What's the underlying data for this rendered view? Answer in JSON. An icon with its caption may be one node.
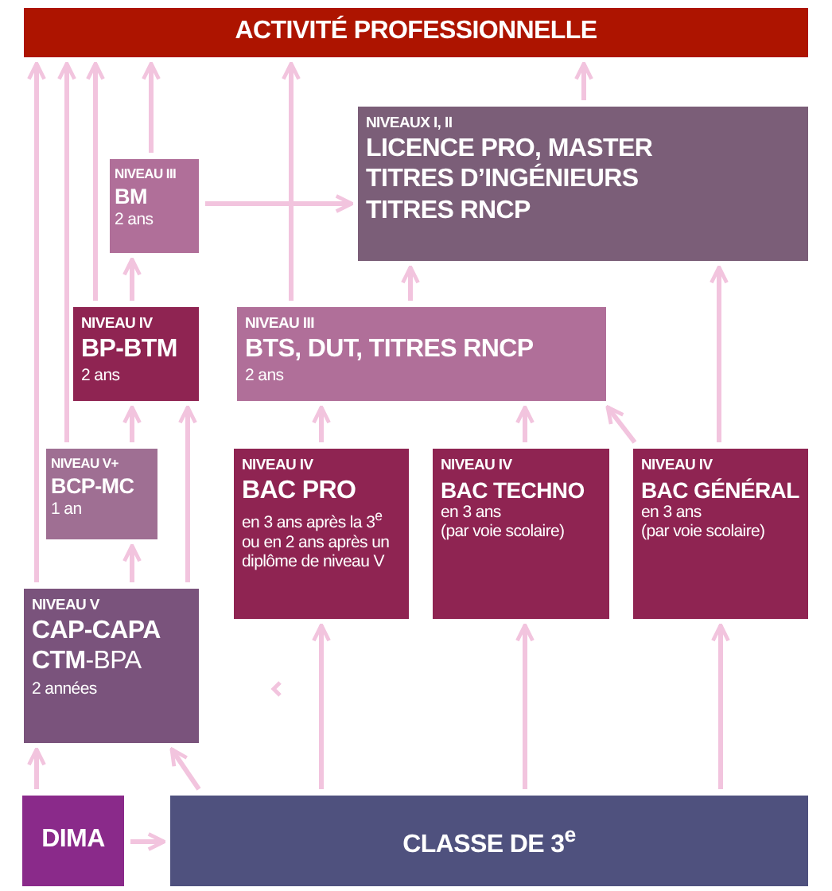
{
  "diagram": {
    "nodes": [
      {
        "text": [
          "ACTIVITÉ PROFESSIONNELLE"
        ]
      },
      {
        "text": [
          "NIVEAUX I, II",
          "LICENCE PRO, MASTER",
          "TITRES D’INGÉNIEURS",
          "TITRES RNCP"
        ]
      },
      {
        "text": [
          "NIVEAU III",
          "BM",
          "2 ans"
        ]
      },
      {
        "text": [
          "NIVEAU IV",
          "BP-BTM",
          "2 ans"
        ]
      },
      {
        "text": [
          "NIVEAU III",
          "BTS, DUT, TITRES RNCP",
          "2 ans"
        ]
      },
      {
        "text": [
          "NIVEAU V+",
          "BCP-MC",
          "1 an"
        ]
      },
      {
        "text": [
          "NIVEAU IV",
          "BAC PRO",
          "en 3 ans après la 3$^{e}$ ou en 2 ans après un diplôme de niveau V"
        ]
      },
      {
        "text": [
          "NIVEAU IV",
          "BAC TECHNO",
          "en 3 ans",
          "(par voie scolaire)"
        ]
      },
      {
        "text": [
          "NIVEAU IV",
          "BAC GÉNÉRAL",
          "en 3 ans",
          "(par voie scolaire)"
        ]
      },
      {
        "text": [
          "NIVEAU V",
          "CAP-CAPA",
          "**CTM**-BPA",
          "2 années"
        ]
      },
      {
        "text": [
          "DIMA"
        ]
      },
      {
        "text": [
          "CLASSE DE 3$^{e}$"
        ]
      }
    ],
    "edges": [
      {
        "from": 9,
        "to": 0,
        "arrow": "to"
      },
      {
        "from": 5,
        "to": 0,
        "arrow": "to"
      },
      {
        "from": 3,
        "to": 0,
        "arrow": "to"
      },
      {
        "from": 2,
        "to": 0,
        "arrow": "to"
      },
      {
        "from": 4,
        "to": 0,
        "arrow": "to"
      },
      {
        "from": 1,
        "to": 0,
        "arrow": "to"
      },
      {
        "from": 2,
        "to": 1,
        "arrow": "to"
      },
      {
        "from": 3,
        "to": 2,
        "arrow": "to"
      },
      {
        "from": 4,
        "to": 1,
        "arrow": "to"
      },
      {
        "from": 8,
        "to": 1,
        "arrow": "to"
      },
      {
        "from": 5,
        "to": 3,
        "arrow": "to"
      },
      {
        "from": 9,
        "to": 3,
        "arrow": "to"
      },
      {
        "from": 6,
        "to": 4,
        "arrow": "to"
      },
      {
        "from": 7,
        "to": 4,
        "arrow": "to"
      },
      {
        "from": 8,
        "to": 4,
        "arrow": "to"
      },
      {
        "from": 9,
        "to": 5,
        "arrow": "to"
      },
      {
        "from": 10,
        "to": 9,
        "arrow": "to"
      },
      {
        "from": 11,
        "to": 9,
        "arrow": "to"
      },
      {
        "from": 10,
        "to": 11,
        "arrow": "to"
      },
      {
        "from": 11,
        "to": 6,
        "arrow": "to"
      },
      {
        "from": 11,
        "to": 7,
        "arrow": "to"
      },
      {
        "from": 11,
        "to": 8,
        "arrow": "to"
      }
    ]
  }
}
